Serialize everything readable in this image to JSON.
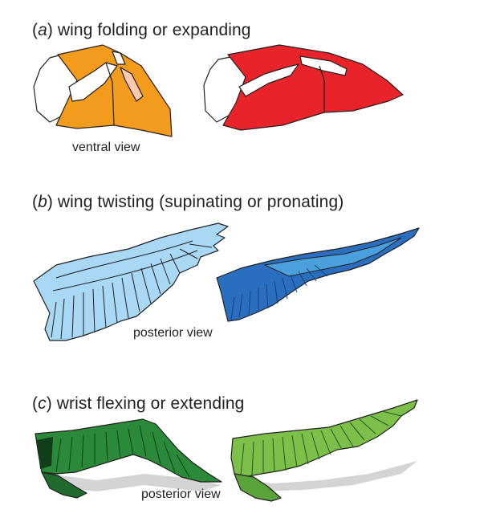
{
  "panels": [
    {
      "letter": "a",
      "open": "(",
      "close": ")",
      "text": " wing folding or expanding",
      "view_label": "ventral view",
      "colors": {
        "folded": "#f29b1c",
        "expanded": "#e8232a"
      }
    },
    {
      "letter": "b",
      "open": "(",
      "close": ")",
      "text": " wing twisting (supinating or pronating)",
      "view_label": "posterior view",
      "colors": {
        "supinated": "#a8d8f4",
        "pronated": "#2a6ec0"
      }
    },
    {
      "letter": "c",
      "open": "(",
      "close": ")",
      "text": " wrist flexing or extending",
      "view_label": "posterior view",
      "colors": {
        "flexed": "#2a8a3a",
        "extended": "#7cc04a"
      }
    }
  ]
}
